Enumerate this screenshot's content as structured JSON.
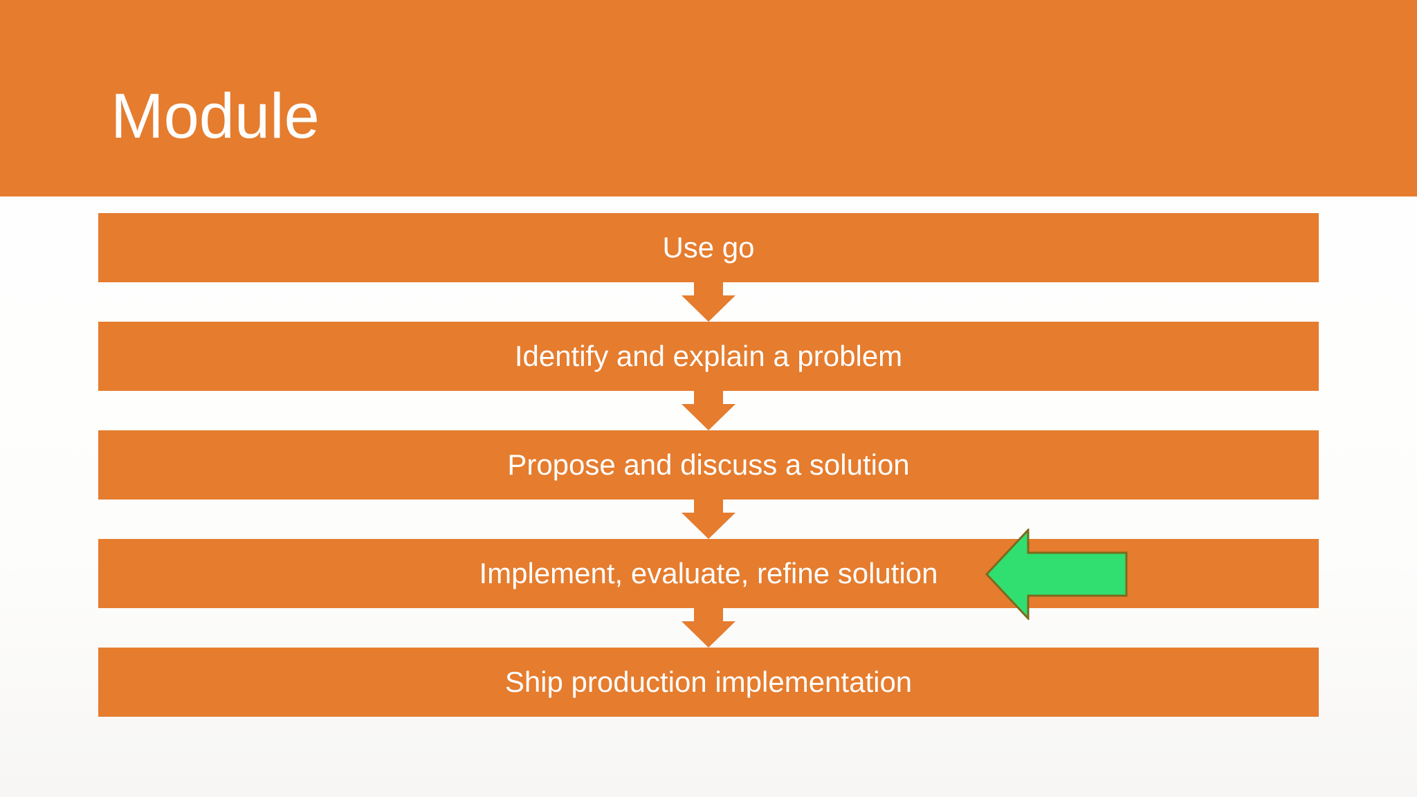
{
  "slide": {
    "title": "Module",
    "steps": [
      "Use go",
      "Identify and explain a problem",
      "Propose and discuss a solution",
      "Implement, evaluate, refine solution",
      "Ship production implementation"
    ],
    "highlighted_step": "Implement, evaluate, refine solution",
    "icons": {
      "connector": "down-arrow",
      "highlight": "left-arrow"
    },
    "colors": {
      "orange": "#E57C2E",
      "green-fill": "#30DF6F",
      "green-stroke": "#7C6A1D",
      "text-color": "#FFFFFF"
    }
  }
}
